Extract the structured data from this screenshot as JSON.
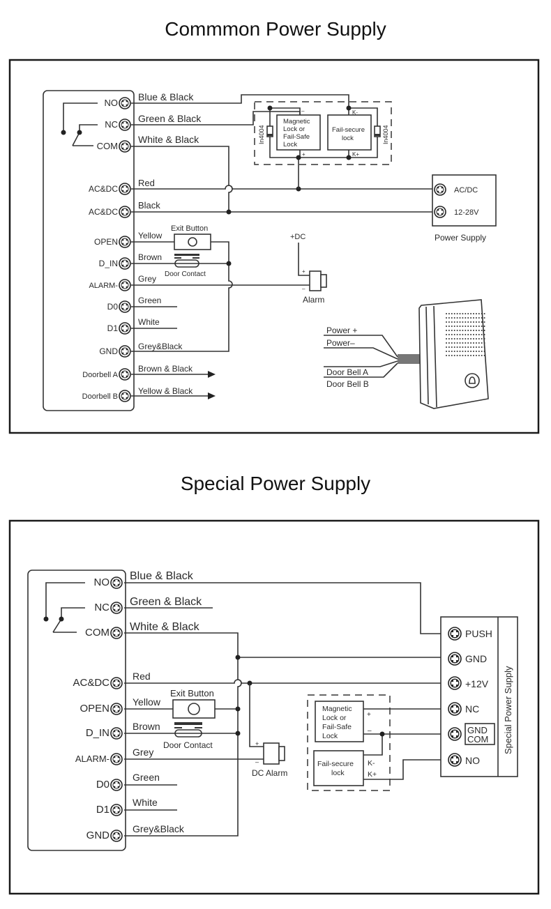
{
  "diagrams": [
    {
      "title": "Commmon Power Supply",
      "controller_terminals": [
        "NO",
        "NC",
        "COM",
        "AC&DC",
        "AC&DC",
        "OPEN",
        "D_IN",
        "ALARM-",
        "D0",
        "D1",
        "GND",
        "Doorbell A",
        "Doorbell B"
      ],
      "wire_labels": [
        "Blue & Black",
        "Green & Black",
        "White & Black",
        "Red",
        "Black",
        "Yellow",
        "Brown",
        "Grey",
        "Green",
        "White",
        "Grey&Black",
        "Brown & Black",
        "Yellow & Black"
      ],
      "lock_module": {
        "magnetic_lock": [
          "Magnetic",
          "Lock or",
          "Fail-Safe",
          "Lock"
        ],
        "fail_secure": [
          "Fail-secure",
          "lock"
        ],
        "diode": "In4004",
        "k_minus": "K-",
        "k_plus": "K+",
        "minus": "–",
        "plus": "+"
      },
      "power_supply": {
        "label": "Power Supply",
        "terminals": [
          "AC/DC",
          "12-28V"
        ]
      },
      "exit_button": "Exit Button",
      "door_contact": "Door Contact",
      "alarm": {
        "label": "Alarm",
        "supply": "+DC",
        "plus": "+",
        "minus": "–"
      },
      "doorbell_wires": [
        "Power +",
        "Power–",
        "Door Bell  A",
        "Door Bell  B"
      ]
    },
    {
      "title": "Special Power Supply",
      "controller_terminals": [
        "NO",
        "NC",
        "COM",
        "AC&DC",
        "OPEN",
        "D_IN",
        "ALARM-",
        "D0",
        "D1",
        "GND"
      ],
      "wire_labels": [
        "Blue & Black",
        "Green & Black",
        "White & Black",
        "Red",
        "Yellow",
        "Brown",
        "Grey",
        "Green",
        "White",
        "Grey&Black"
      ],
      "exit_button": "Exit Button",
      "door_contact": "Door Contact",
      "alarm": {
        "label": "DC Alarm",
        "plus": "+",
        "minus": "–"
      },
      "lock_module": {
        "magnetic_lock": [
          "Magnetic",
          "Lock or",
          "Fail-Safe",
          "Lock"
        ],
        "fail_secure": [
          "Fail-secure",
          "lock"
        ],
        "k_minus": "K-",
        "k_plus": "K+",
        "plus": "+",
        "minus": "–"
      },
      "power_supply": {
        "label": "Special Power Supply",
        "terminals": [
          "PUSH",
          "GND",
          "+12V",
          "NC",
          "GND",
          "COM",
          "NO"
        ]
      }
    }
  ]
}
